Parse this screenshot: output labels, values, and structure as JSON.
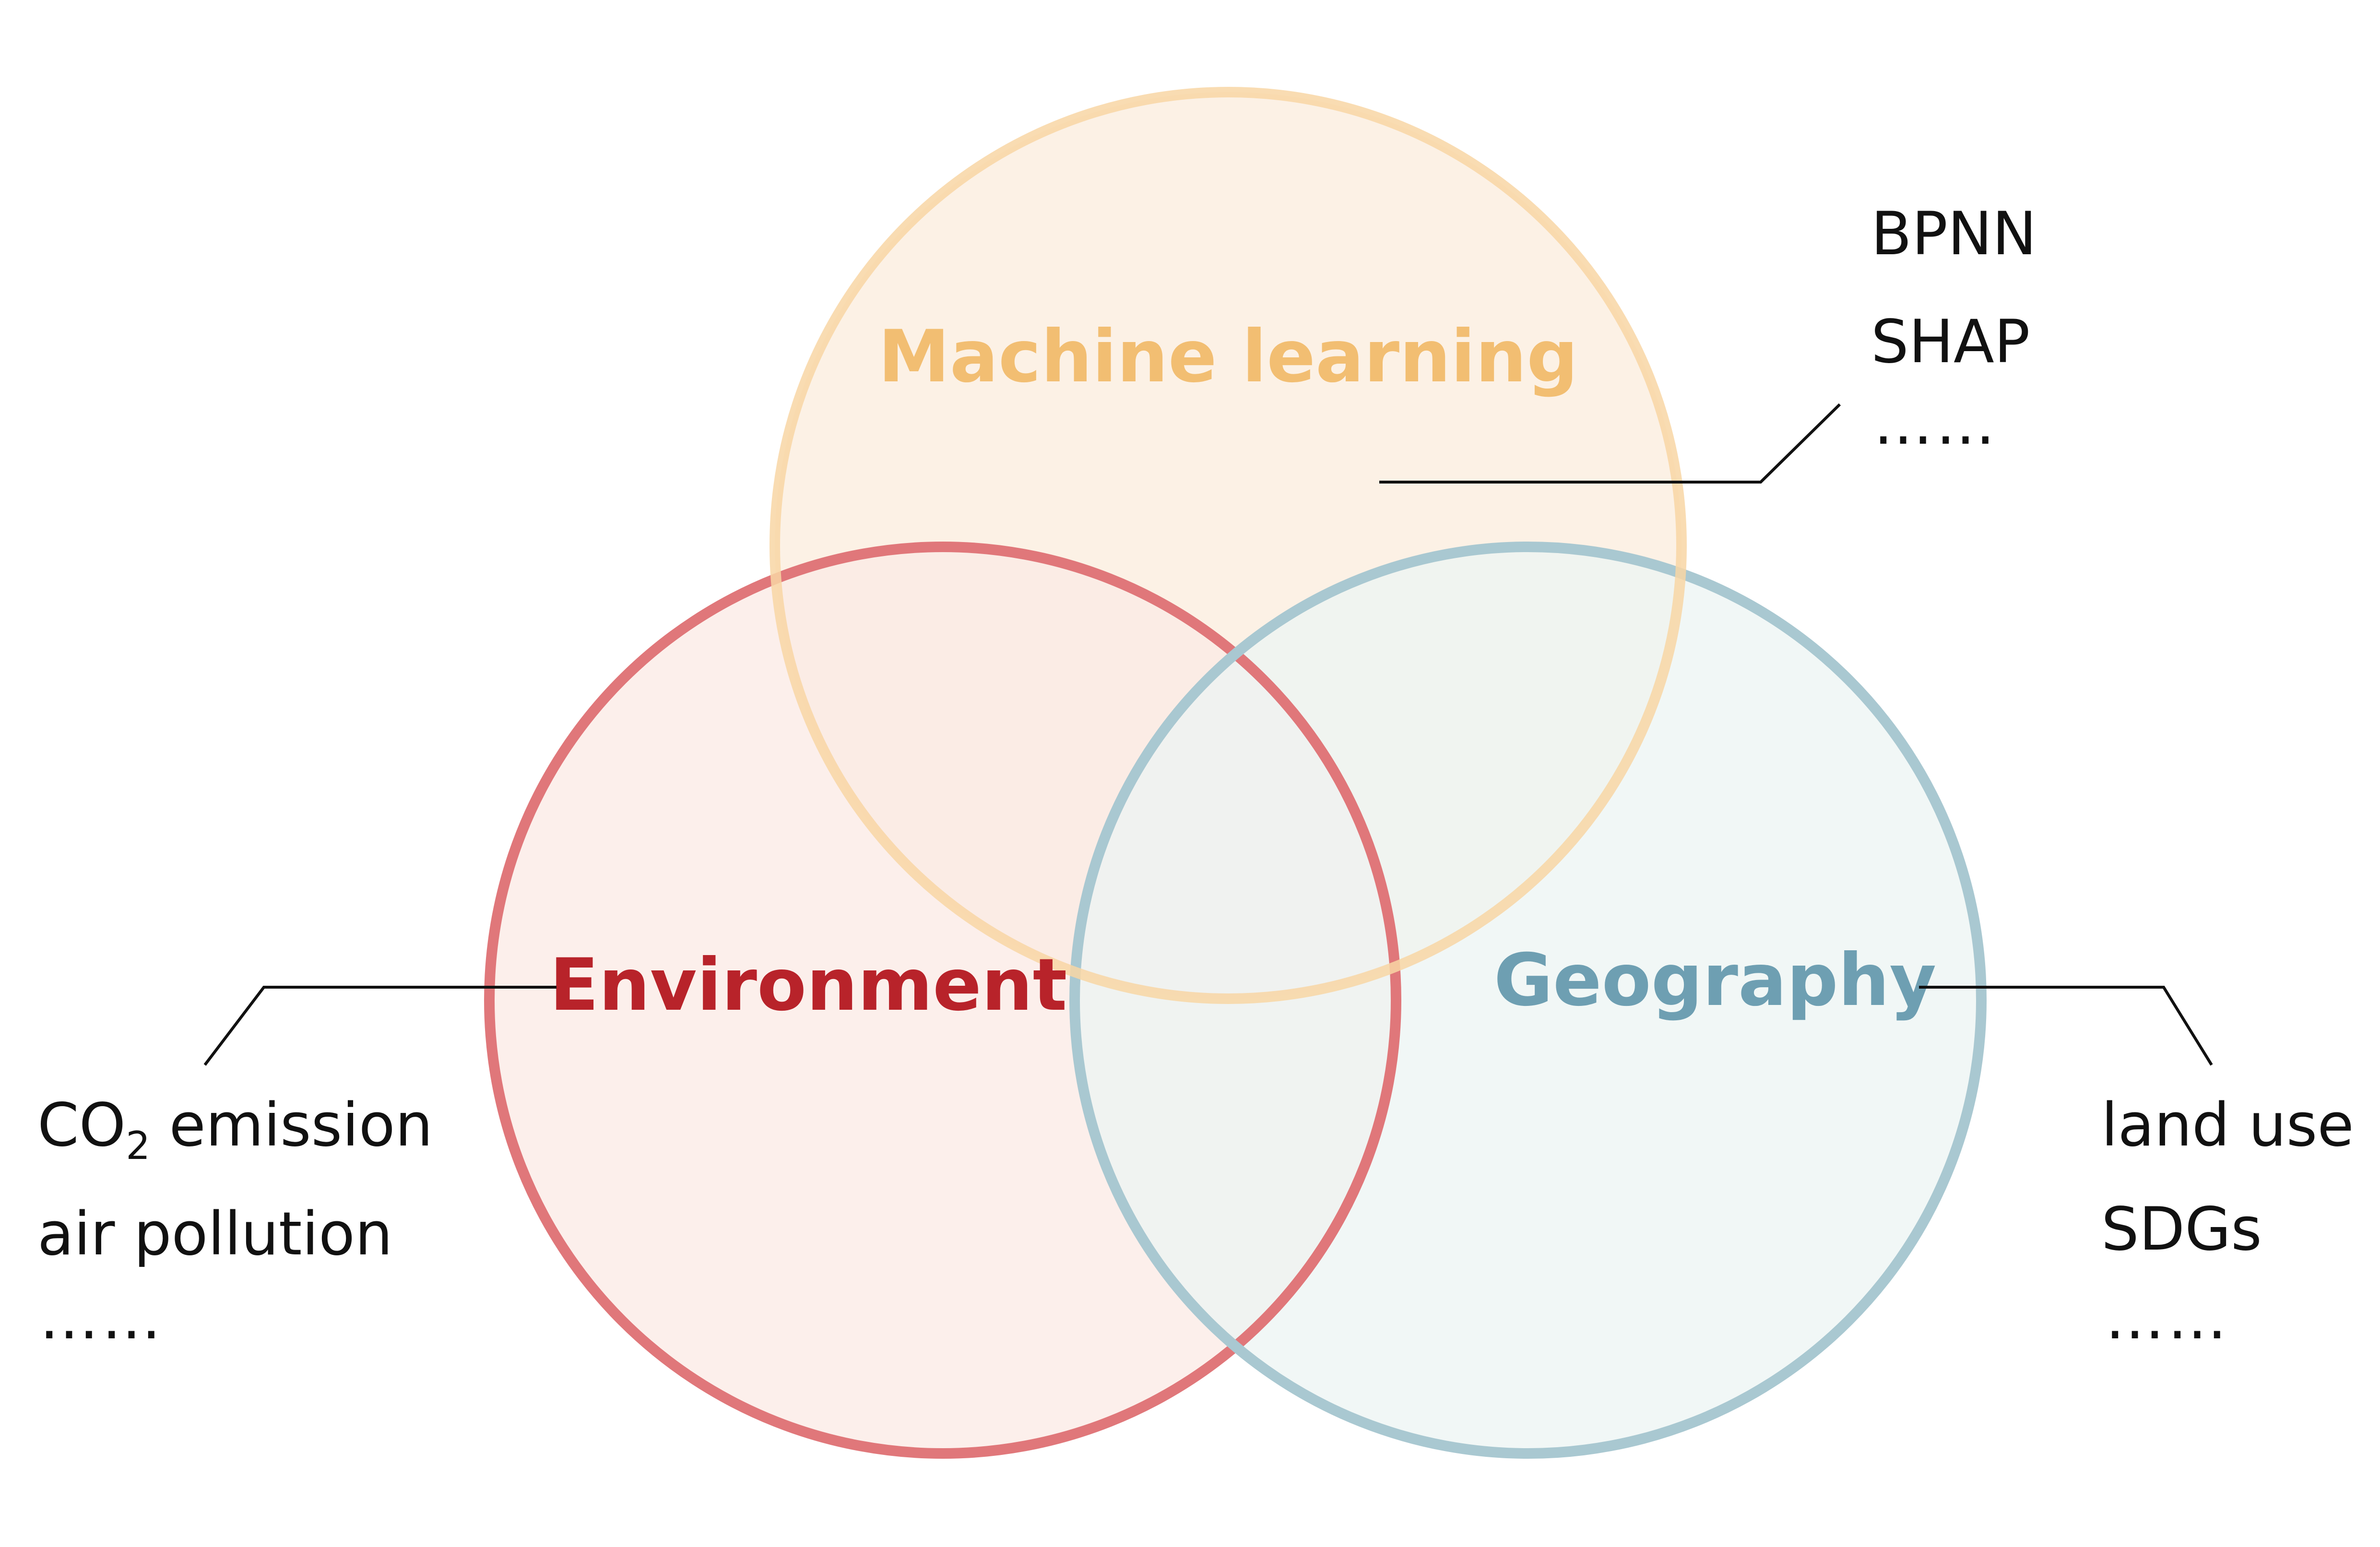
{
  "colors": {
    "machine_learning_stroke": "#F8D6A4",
    "machine_learning_fill": "#FCF0E2",
    "machine_learning_text": "#F2BE72",
    "environment_stroke": "#E0777A",
    "environment_fill": "#FBE9E4",
    "environment_text": "#B8232A",
    "geography_stroke": "#A9C8D1",
    "geography_fill": "#ECF4F3",
    "geography_text": "#6E9FB2"
  },
  "sets": {
    "machine_learning": {
      "title": "Machine learning",
      "items": [
        "BPNN",
        "SHAP",
        "……"
      ]
    },
    "environment": {
      "title": "Environment",
      "item_co2_main": "CO",
      "item_co2_sub": "2",
      "item_co2_rest": " emission",
      "items": [
        "air pollution",
        "……"
      ]
    },
    "geography": {
      "title": "Geography",
      "items": [
        "land use",
        "SDGs",
        "……"
      ]
    }
  }
}
